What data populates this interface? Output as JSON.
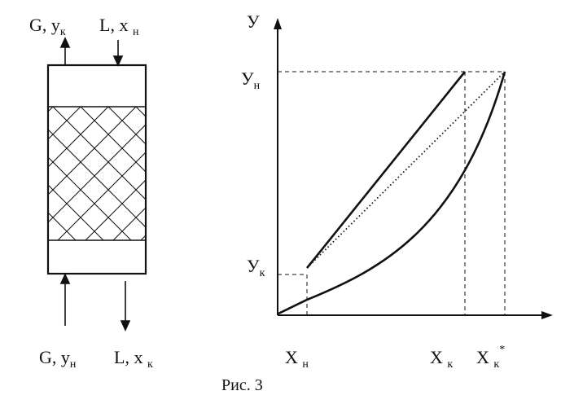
{
  "column": {
    "top_left": {
      "main": "G, y",
      "sub": "к"
    },
    "top_right": {
      "main": "L, x ",
      "sub": "н"
    },
    "bottom_left": {
      "main": "G, y",
      "sub": "н"
    },
    "bottom_right": {
      "main": "L, x ",
      "sub": "к"
    }
  },
  "graph": {
    "y_axis_label": "У",
    "y_n": {
      "main": "У",
      "sub": "н"
    },
    "y_k": {
      "main": "У",
      "sub": "к"
    },
    "x_n": {
      "main": "Х ",
      "sub": "н"
    },
    "x_k": {
      "main": "Х ",
      "sub": "к"
    },
    "x_k_star": {
      "main": "Х ",
      "sub": "к",
      "sup": "*"
    }
  },
  "caption": "Рис. 3"
}
